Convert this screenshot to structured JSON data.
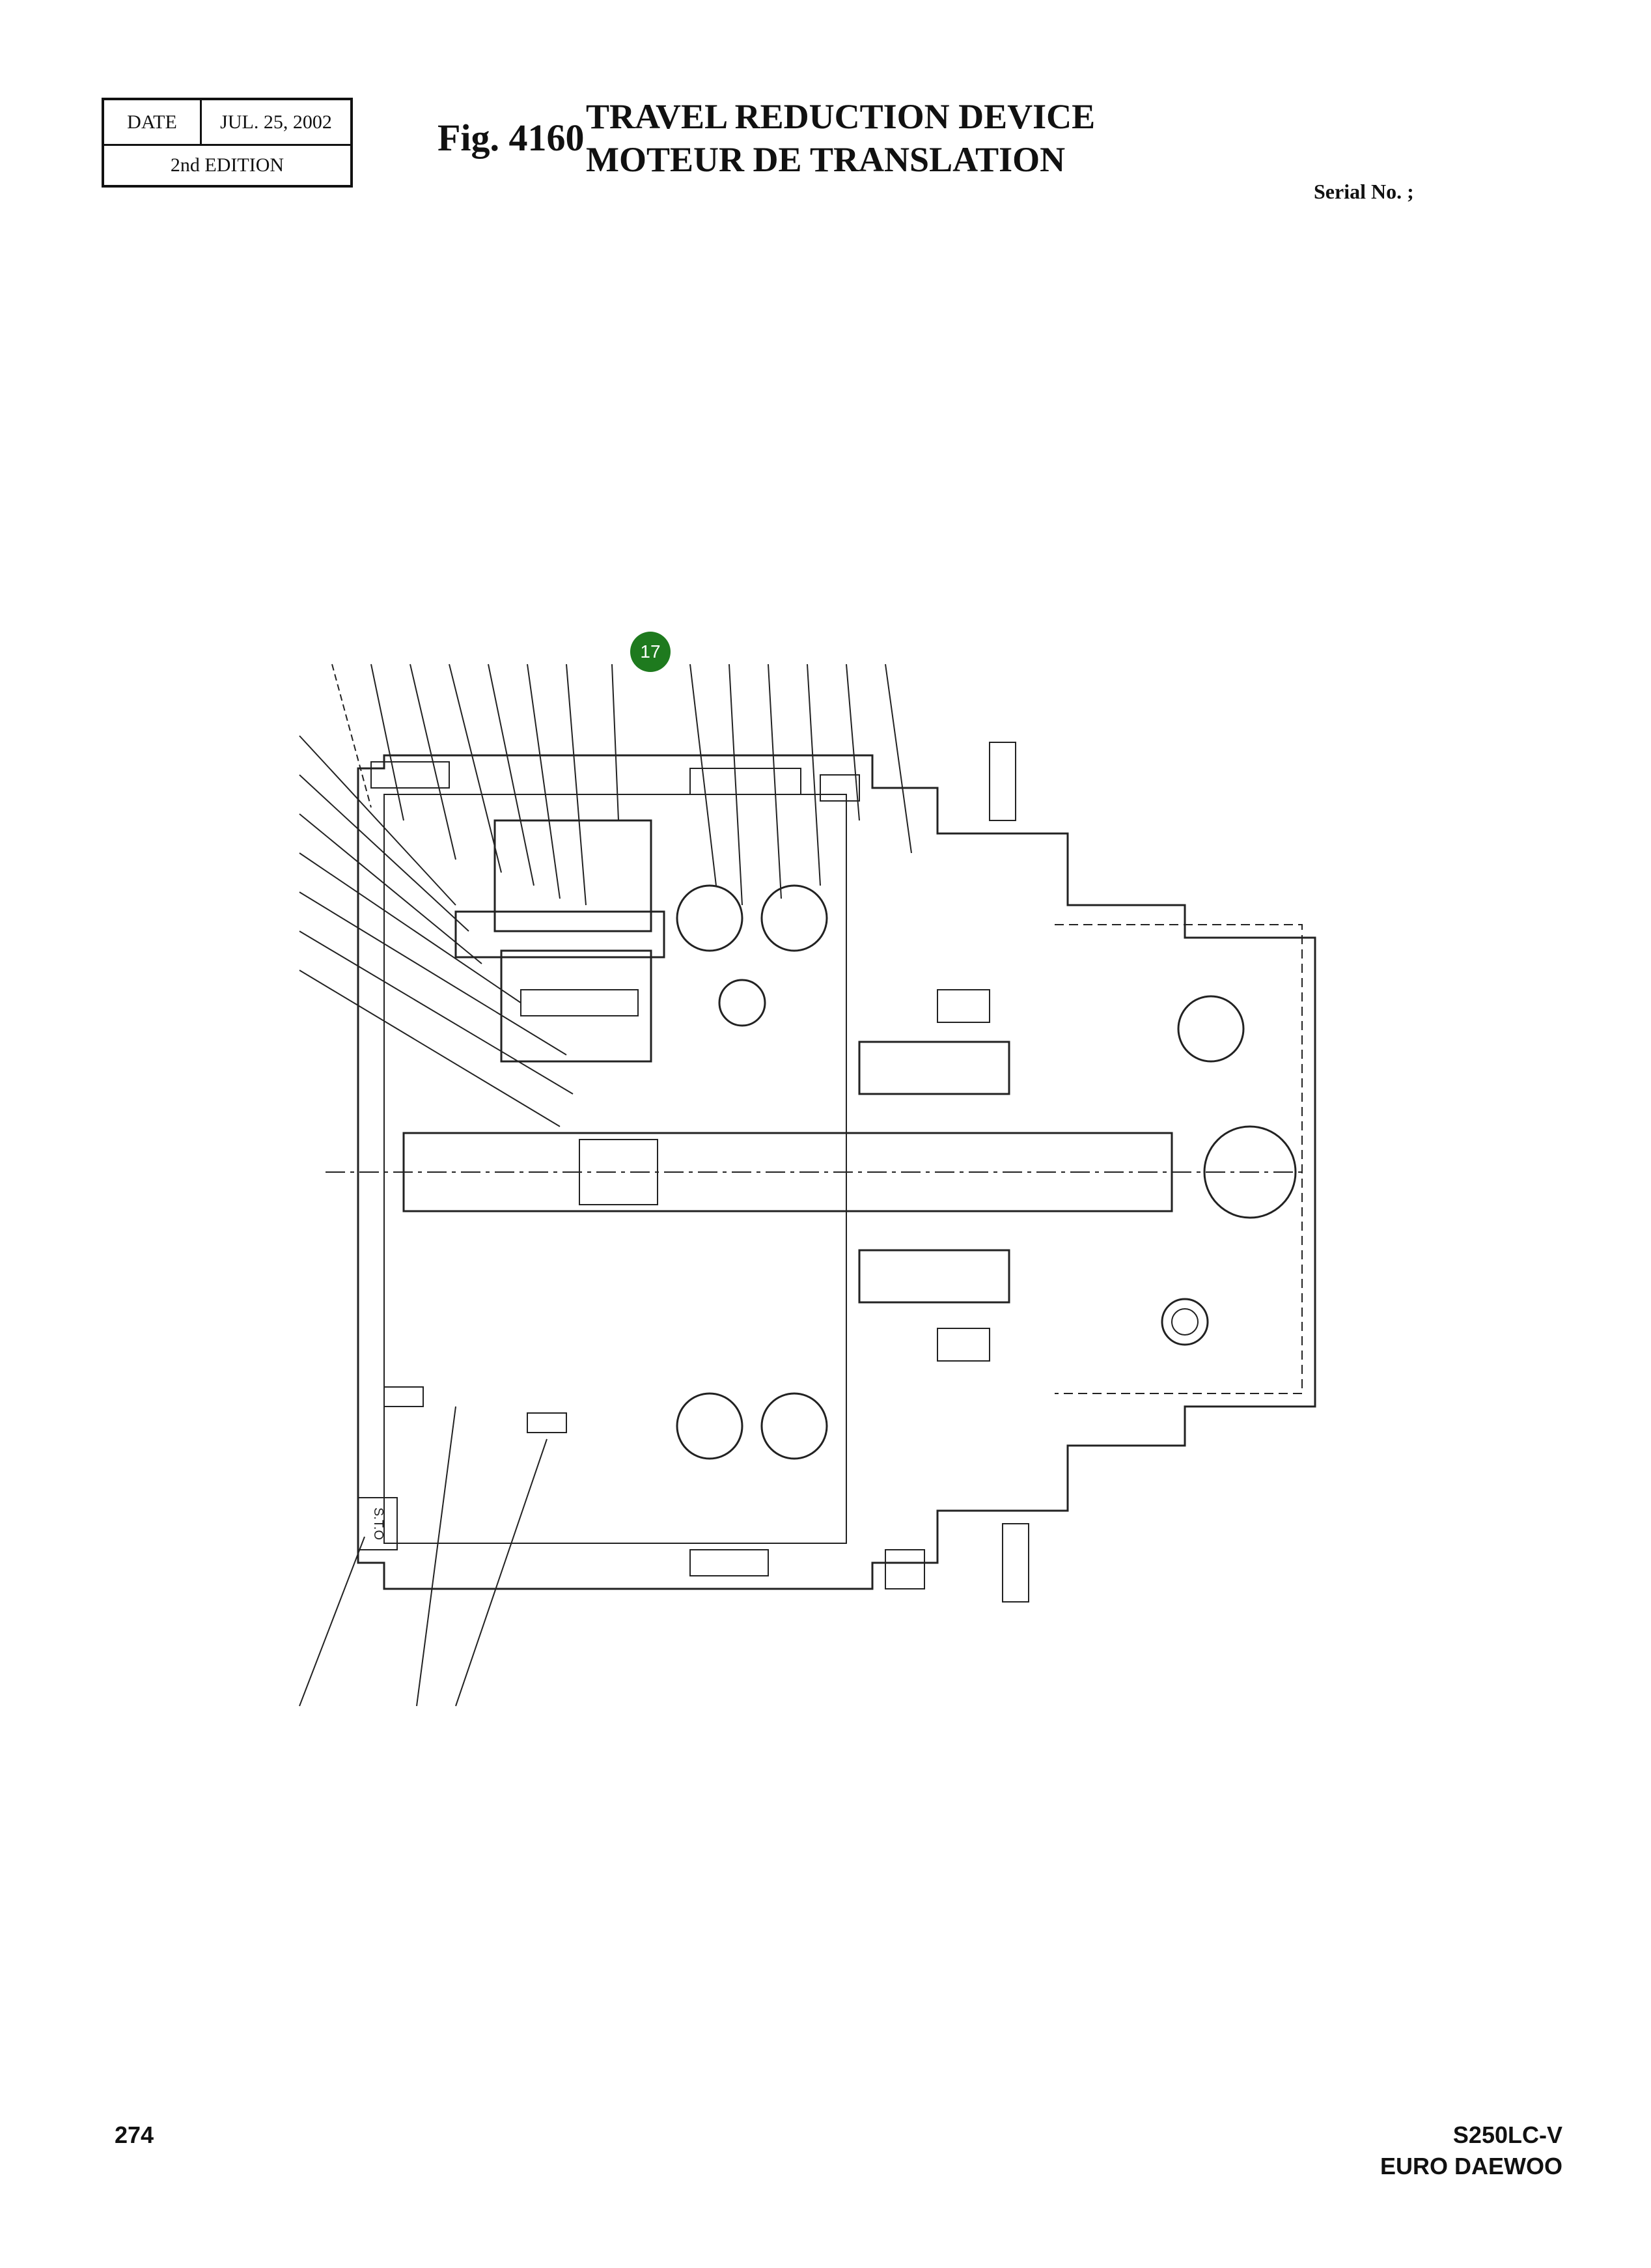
{
  "header": {
    "date_label": "DATE",
    "date_value": "JUL. 25, 2002",
    "edition": "2nd  EDITION",
    "fig_number": "Fig. 4160",
    "title_en": "TRAVEL REDUCTION DEVICE",
    "title_fr": "MOTEUR DE TRANSLATION",
    "serial": "Serial No. ;"
  },
  "drawing": {
    "callout": "17",
    "callout_color": "#1e7a1e",
    "stamp_text": "S.T.O"
  },
  "footer": {
    "page_number": "274",
    "model": "S250LC-V",
    "brand": "EURO DAEWOO"
  }
}
